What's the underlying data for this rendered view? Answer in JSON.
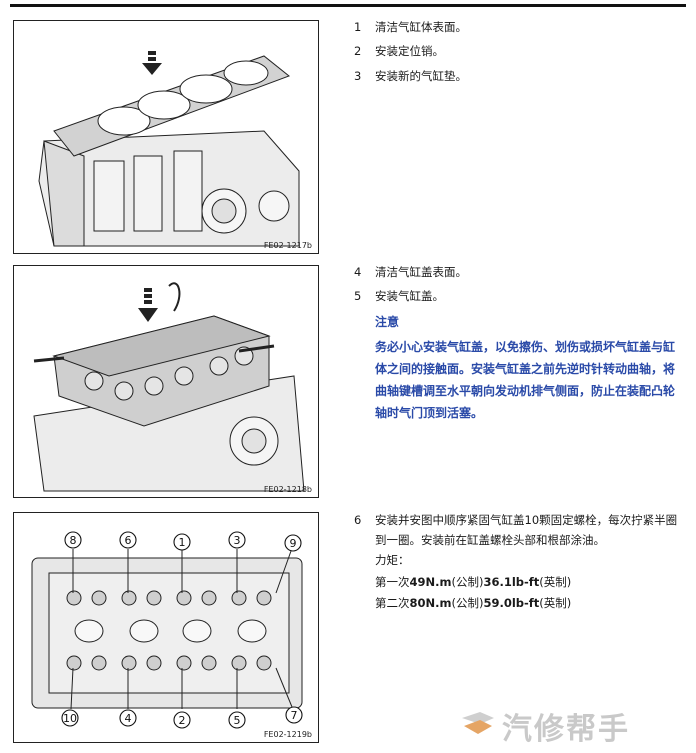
{
  "figures": [
    {
      "code": "FE02-1217b"
    },
    {
      "code": "FE02-1218b"
    },
    {
      "code": "FE02-1219b"
    }
  ],
  "steps": [
    {
      "num": "1",
      "text": "清洁气缸体表面。"
    },
    {
      "num": "2",
      "text": "安装定位销。"
    },
    {
      "num": "3",
      "text": "安装新的气缸垫。"
    },
    {
      "num": "4",
      "text": "清洁气缸盖表面。"
    },
    {
      "num": "5",
      "text": "安装气缸盖。"
    },
    {
      "num": "6",
      "text": "安装并安图中顺序紧固气缸盖10颗固定螺栓，每次拧紧半圈到一圈。安装前在缸盖螺栓头部和根部涂油。"
    }
  ],
  "note": {
    "title": "注意",
    "body": "务必小心安装气缸盖，以免擦伤、划伤或损坏气缸盖与缸体之间的接触面。安装气缸盖之前先逆时针转动曲轴，将曲轴键槽调至水平朝向发动机排气侧面，防止在装配凸轮轴时气门顶到活塞。"
  },
  "torque": {
    "label": "力矩：",
    "first_prefix": "第一次",
    "first_value": "49N.m",
    "first_mid": "(公制)",
    "first_value2": "36.1lb-ft",
    "first_suffix": "(英制)",
    "second_prefix": "第二次",
    "second_value": "80N.m",
    "second_mid": "(公制)",
    "second_value2": "59.0lb-ft",
    "second_suffix": "(英制)"
  },
  "callouts": [
    "8",
    "6",
    "1",
    "3",
    "9",
    "10",
    "4",
    "2",
    "5",
    "7"
  ],
  "watermark": "汽修帮手"
}
